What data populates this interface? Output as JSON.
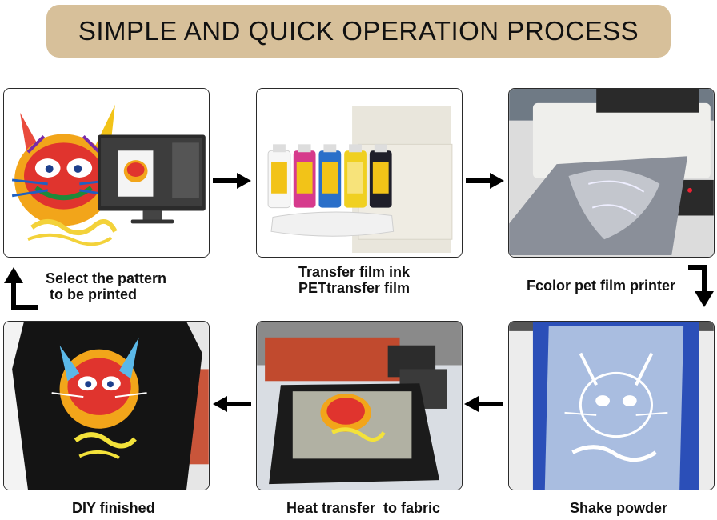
{
  "banner": {
    "title": "SIMPLE AND QUICK OPERATION PROCESS",
    "color": "#d7c09a"
  },
  "steps": [
    {
      "label_line1": "Select the pattern",
      "label_line2": "to be printed",
      "image": "cat-design-on-monitor"
    },
    {
      "label_line1": "Transfer film ink",
      "label_line2": "PETtransfer film",
      "image": "ink-bottles-and-film"
    },
    {
      "label": "Fcolor pet film printer",
      "image": "dtf-printer"
    },
    {
      "label": "Shake powder",
      "image": "powder-on-film"
    },
    {
      "label": "Heat transfer  to fabric",
      "image": "heat-press"
    },
    {
      "label": "DIY finished",
      "image": "finished-tshirt"
    }
  ],
  "icons": [
    "arrow-right-icon",
    "arrow-left-icon",
    "arrow-down-bend-icon",
    "arrow-up-bend-icon"
  ]
}
